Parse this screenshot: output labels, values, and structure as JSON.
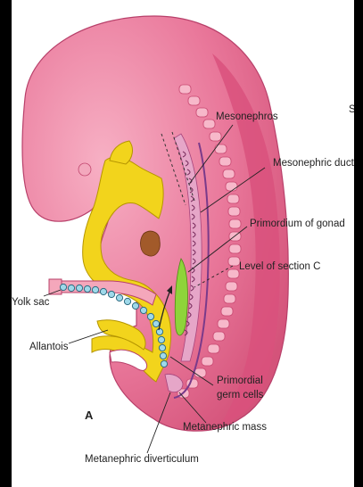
{
  "labels": {
    "mesonephros": "Mesonephros",
    "mesonephric_duct": "Mesonephric duct",
    "primordium_of_gonad": "Primordium of gonad",
    "level_of_section": "Level of section C",
    "yolk_sac": "Yolk sac",
    "allantois": "Allantois",
    "primordial_line1": "Primordial",
    "primordial_line2": "germ cells",
    "metanephric_mass": "Metanephric mass",
    "metanephric_diverticulum": "Metanephric diverticulum",
    "panel_letter": "A",
    "edge_letter": "S"
  },
  "colors": {
    "embryo_pink": "#e8678a",
    "embryo_light": "#f4a0b6",
    "yolk": "#f2d41c",
    "gonad_green": "#8ed43a",
    "duct_purple": "#c9a0d6",
    "somite": "#f7b3c5"
  }
}
